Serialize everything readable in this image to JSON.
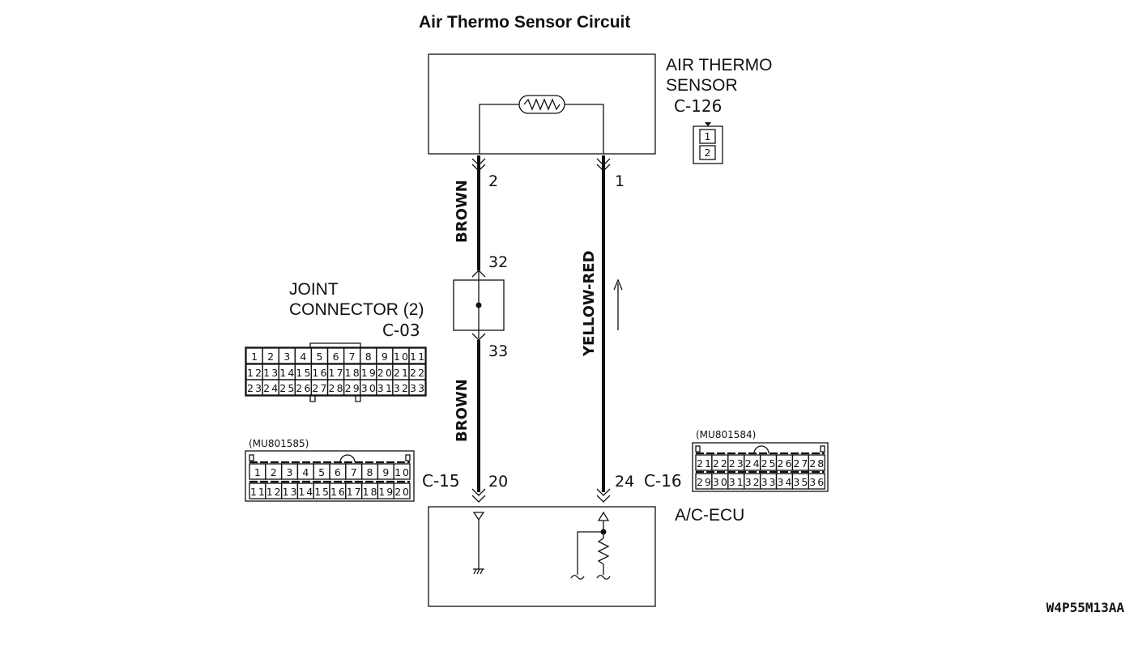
{
  "title": "Air Thermo Sensor Circuit",
  "sensor": {
    "name_line1": "AIR THERMO",
    "name_line2": "SENSOR",
    "connector_id": "C-126",
    "connector_pins": [
      "1",
      "2"
    ]
  },
  "wires": {
    "left_upper": {
      "color": "BROWN",
      "pin_top": "2",
      "pin_bottom": "32"
    },
    "left_lower": {
      "color": "BROWN",
      "pin_top": "33",
      "pin_bottom": "20"
    },
    "right": {
      "color": "YELLOW-RED",
      "pin_top": "1",
      "pin_bottom": "24"
    }
  },
  "joint_connector": {
    "name_line1": "JOINT",
    "name_line2": "CONNECTOR (2)",
    "connector_id": "C-03",
    "pins_row1": [
      "1",
      "2",
      "3",
      "4",
      "5",
      "6",
      "7",
      "8",
      "9",
      "10",
      "11"
    ],
    "pins_row2": [
      "12",
      "13",
      "14",
      "15",
      "16",
      "17",
      "18",
      "19",
      "20",
      "21",
      "22"
    ],
    "pins_row3": [
      "23",
      "24",
      "25",
      "26",
      "27",
      "28",
      "29",
      "30",
      "31",
      "32",
      "33"
    ]
  },
  "ecu_connector_left": {
    "connector_id": "C-15",
    "part_number": "(MU801585)",
    "pins_row1": [
      "1",
      "2",
      "3",
      "4",
      "5",
      "6",
      "7",
      "8",
      "9",
      "10"
    ],
    "pins_row2": [
      "11",
      "12",
      "13",
      "14",
      "15",
      "16",
      "17",
      "18",
      "19",
      "20"
    ]
  },
  "ecu_connector_right": {
    "connector_id": "C-16",
    "part_number": "(MU801584)",
    "pins_row1": [
      "21",
      "22",
      "23",
      "24",
      "25",
      "26",
      "27",
      "28"
    ],
    "pins_row2": [
      "29",
      "30",
      "31",
      "32",
      "33",
      "34",
      "35",
      "36"
    ]
  },
  "ecu": {
    "name": "A/C-ECU"
  },
  "figure_code": "W4P55M13AA"
}
